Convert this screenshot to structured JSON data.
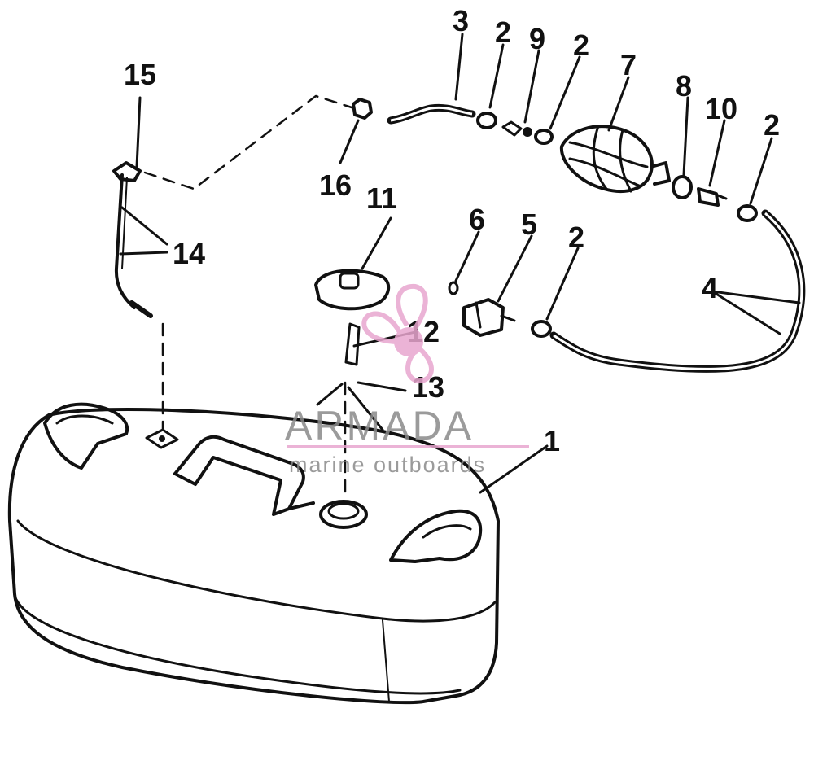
{
  "diagram": {
    "parts": [
      {
        "id": "tank",
        "callout": "1"
      },
      {
        "id": "clamp",
        "callout": "2"
      },
      {
        "id": "hose-short",
        "callout": "3"
      },
      {
        "id": "hose-long",
        "callout": "4"
      },
      {
        "id": "connector",
        "callout": "5"
      },
      {
        "id": "o-ring",
        "callout": "6"
      },
      {
        "id": "primer-bulb",
        "callout": "7"
      },
      {
        "id": "clamp-ring",
        "callout": "8"
      },
      {
        "id": "check-valve",
        "callout": "9"
      },
      {
        "id": "fitting",
        "callout": "10"
      },
      {
        "id": "filler-cap",
        "callout": "11"
      },
      {
        "id": "cap-chain",
        "callout": "12"
      },
      {
        "id": "chain-clip",
        "callout": "13"
      },
      {
        "id": "pickup-tube",
        "callout": "14"
      },
      {
        "id": "elbow",
        "callout": "15"
      },
      {
        "id": "nut",
        "callout": "16"
      }
    ],
    "colors": {
      "ink": "#111111",
      "watermark_pink": "#e8a6cf",
      "watermark_gray": "#8a8a8a"
    }
  },
  "watermark": {
    "title": "ARMADA",
    "subtitle": "marine outboards",
    "icon": "propeller-logo-icon"
  }
}
